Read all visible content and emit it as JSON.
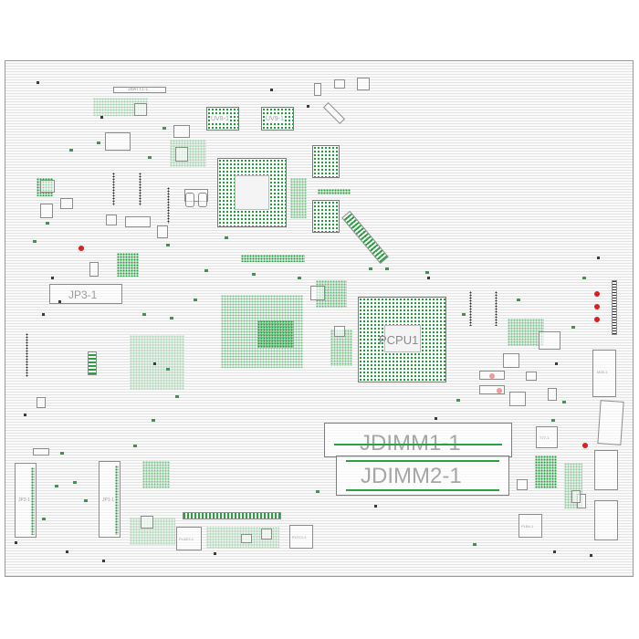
{
  "board": {
    "labels": {
      "batt": "JBATT1-1",
      "jp3": "JP3-1",
      "uv8": "UV8-1",
      "uv9": "UV9-1",
      "pcp": "PCPU1",
      "jdimm1": "JDIMM1-1",
      "jdimm2": "JDIMM2-1",
      "jp2": "JP2-1",
      "jp1": "JP1-1",
      "plae": "PLAE2-1",
      "pltc": "PLTC1-1",
      "pl2": "PLB4-1",
      "t77": "T77-1",
      "m25": "M25-1"
    }
  },
  "colors": {
    "pad_green": "#1e9c3a",
    "outline": "#8c8c8c",
    "label_gray": "#9c9c9c",
    "test_point_red": "#d92020"
  }
}
